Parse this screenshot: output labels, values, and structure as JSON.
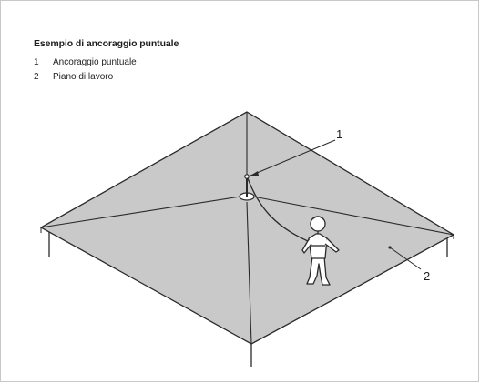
{
  "figure": {
    "title": "Esempio di ancoraggio puntuale",
    "legend": [
      {
        "number": "1",
        "label": "Ancoraggio puntuale"
      },
      {
        "number": "2",
        "label": "Piano di lavoro"
      }
    ],
    "callouts": [
      "1",
      "2"
    ],
    "colors": {
      "surface": "#c9c9c9",
      "line": "#2a2a2a",
      "figure_fill": "#ffffff"
    }
  }
}
